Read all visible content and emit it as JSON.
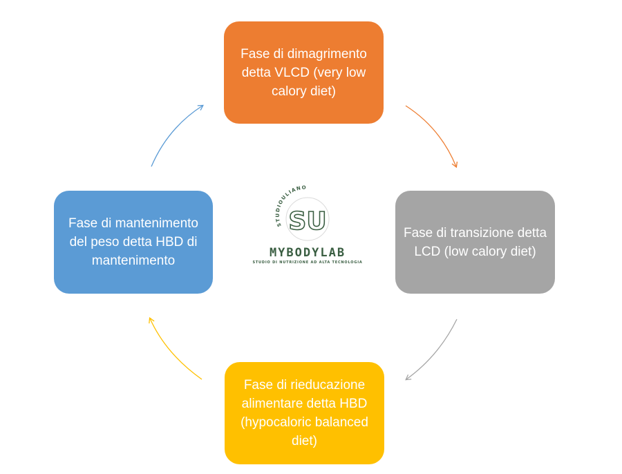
{
  "diagram": {
    "nodes": [
      {
        "id": "top",
        "label": "Fase di dimagrimento detta VLCD (very low calory diet)",
        "color": "#ed7d31"
      },
      {
        "id": "right",
        "label": "Fase di transizione detta LCD (low calory diet)",
        "color": "#a5a5a5"
      },
      {
        "id": "bottom",
        "label": "Fase di rieducazione alimentare detta HBD (hypocaloric balanced diet)",
        "color": "#ffc000"
      },
      {
        "id": "left",
        "label": "Fase di mantenimento del peso detta HBD di mantenimento",
        "color": "#5b9bd5"
      }
    ],
    "edges": [
      {
        "from": "top",
        "to": "right",
        "color": "#ed7d31"
      },
      {
        "from": "right",
        "to": "bottom",
        "color": "#a5a5a5"
      },
      {
        "from": "bottom",
        "to": "left",
        "color": "#ffc000"
      },
      {
        "from": "left",
        "to": "top",
        "color": "#5b9bd5"
      }
    ]
  },
  "logo": {
    "arc_text": "STUDIOULIANO",
    "monogram": "SU",
    "name": "MYBODYLAB",
    "tagline": "STUDIO DI NUTRIZIONE AD ALTA TECNOLOGIA",
    "color": "#3a5e42"
  }
}
